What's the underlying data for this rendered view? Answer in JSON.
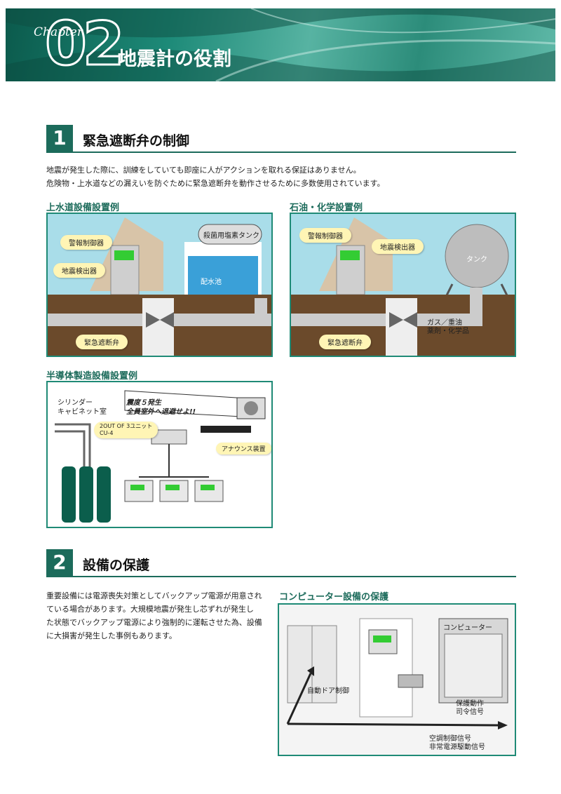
{
  "chapter": {
    "word": "Chapter",
    "number": "02",
    "title": "地震計の役割"
  },
  "section1": {
    "number": "1",
    "title": "緊急遮断弁の制御",
    "body": [
      "地震が発生した際に、訓練をしていても即座に人がアクションを取れる保証はありません。",
      "危険物・上水道などの漏えいを防ぐために緊急遮断弁を動作させるために多数使用されています。"
    ]
  },
  "water": {
    "heading": "上水道設備設置例",
    "labels": {
      "alarm": "警報制御器",
      "sensor": "地震検出器",
      "tank": "殺菌用塩素タンク",
      "pool": "配水池",
      "valve": "緊急遮断弁"
    }
  },
  "oil": {
    "heading": "石油・化学設置例",
    "labels": {
      "alarm": "警報制御器",
      "sensor": "地震検出器",
      "tank": "タンク",
      "gas1": "ガス／重油",
      "gas2": "薬剤・化学品",
      "valve": "緊急遮断弁"
    }
  },
  "semi": {
    "heading": "半導体製造設備設置例",
    "labels": {
      "cyl1": "シリンダー",
      "cyl2": "キャビネット室",
      "msg1": "震度５発生",
      "msg2": "全員室外へ退避せよ!!",
      "unit1": "2OUT OF 3ユニット",
      "unit2": "CU-4",
      "announce": "アナウンス装置"
    }
  },
  "section2": {
    "number": "2",
    "title": "設備の保護",
    "body": [
      "重要設備には電源喪失対策としてバックアップ電源が用意され",
      "ている場合があります。大規模地震が発生し芯ずれが発生し",
      "た状態でバックアップ電源により強制的に運転させた為、設備",
      "に大損害が発生した事例もあります。"
    ]
  },
  "computer": {
    "heading": "コンピューター設備の保護",
    "labels": {
      "server": "コンピューター",
      "door": "自動ドア制御",
      "sig1": "保護動作",
      "sig2": "司令信号",
      "sig3": "空調制御信号",
      "sig4": "非常電源駆動信号"
    }
  },
  "colors": {
    "accent": "#1c6b5b",
    "frame": "#1f8a76",
    "soil": "#6b4a2b",
    "sky": "#a9dde9"
  }
}
